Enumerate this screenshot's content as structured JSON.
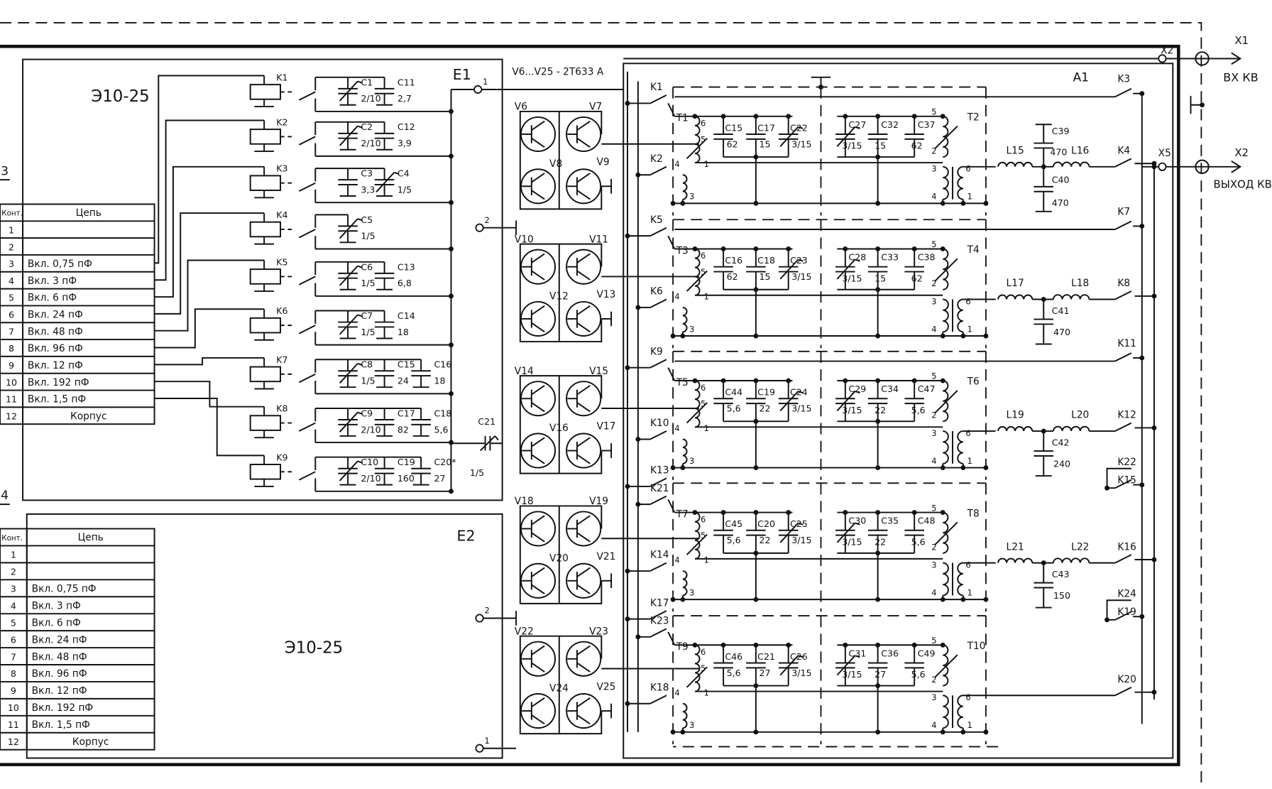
{
  "blocks": {
    "e1_title": "Э10-25",
    "e1_label": "E1",
    "e2_title": "Э10-25",
    "e2_label": "E2",
    "a1_label": "A1",
    "transistor_note": "V6...V25 - 2T633 A"
  },
  "connectors": {
    "x1": "X1",
    "x1_caption": "ВХ КВ",
    "x2": "X2",
    "x2_caption": "ВЫХОД КВ",
    "x2_inner": "X2",
    "x5": "X5"
  },
  "e1_pins": [
    "1",
    "2"
  ],
  "e2_pins": [
    "2",
    "1"
  ],
  "tables": [
    {
      "label": "3",
      "header": [
        "Конт.",
        "Цепь"
      ],
      "rows": [
        [
          "1",
          ""
        ],
        [
          "2",
          ""
        ],
        [
          "3",
          "Вкл. 0,75 пФ"
        ],
        [
          "4",
          "Вкл. 3 пФ"
        ],
        [
          "5",
          "Вкл. 6 пФ"
        ],
        [
          "6",
          "Вкл. 24 пФ"
        ],
        [
          "7",
          "Вкл. 48 пФ"
        ],
        [
          "8",
          "Вкл. 96 пФ"
        ],
        [
          "9",
          "Вкл. 12 пФ"
        ],
        [
          "10",
          "Вкл. 192 пФ"
        ],
        [
          "11",
          "Вкл. 1,5 пФ"
        ],
        [
          "12",
          "Корпус"
        ]
      ]
    },
    {
      "label": "4",
      "header": [
        "Конт.",
        "Цепь"
      ],
      "rows": [
        [
          "1",
          ""
        ],
        [
          "2",
          ""
        ],
        [
          "3",
          "Вкл. 0,75 пФ"
        ],
        [
          "4",
          "Вкл. 3 пФ"
        ],
        [
          "5",
          "Вкл. 6 пФ"
        ],
        [
          "6",
          "Вкл. 24 пФ"
        ],
        [
          "7",
          "Вкл. 48 пФ"
        ],
        [
          "8",
          "Вкл. 96 пФ"
        ],
        [
          "9",
          "Вкл. 12 пФ"
        ],
        [
          "10",
          "Вкл. 192 пФ"
        ],
        [
          "11",
          "Вкл. 1,5 пФ"
        ],
        [
          "12",
          "Корпус"
        ]
      ]
    }
  ],
  "relay_rows": [
    {
      "relay": "K1",
      "caps": [
        {
          "name": "C1",
          "value": "2/10",
          "variable": true
        },
        {
          "name": "C11",
          "value": "2,7"
        }
      ]
    },
    {
      "relay": "K2",
      "caps": [
        {
          "name": "C2",
          "value": "2/10",
          "variable": true
        },
        {
          "name": "C12",
          "value": "3,9"
        }
      ]
    },
    {
      "relay": "K3",
      "caps": [
        {
          "name": "C3",
          "value": "3,3"
        },
        {
          "name": "C4",
          "value": "1/5",
          "variable": true
        }
      ]
    },
    {
      "relay": "K4",
      "caps": [
        {
          "name": "C5",
          "value": "1/5",
          "variable": true
        }
      ]
    },
    {
      "relay": "K5",
      "caps": [
        {
          "name": "C6",
          "value": "1/5",
          "variable": true
        },
        {
          "name": "C13",
          "value": "6,8"
        }
      ]
    },
    {
      "relay": "K6",
      "caps": [
        {
          "name": "C7",
          "value": "1/5",
          "variable": true
        },
        {
          "name": "C14",
          "value": "18"
        }
      ]
    },
    {
      "relay": "K7",
      "caps": [
        {
          "name": "C8",
          "value": "1/5",
          "variable": true
        },
        {
          "name": "C15",
          "value": "24"
        },
        {
          "name": "C16",
          "value": "18"
        }
      ]
    },
    {
      "relay": "K8",
      "caps": [
        {
          "name": "C9",
          "value": "2/10",
          "variable": true
        },
        {
          "name": "C17",
          "value": "82"
        },
        {
          "name": "C18",
          "value": "5,6"
        }
      ]
    },
    {
      "relay": "K9",
      "caps": [
        {
          "name": "C10",
          "value": "2/10",
          "variable": true
        },
        {
          "name": "C19",
          "value": "160"
        },
        {
          "name": "C20*",
          "value": "27"
        }
      ]
    }
  ],
  "c21": {
    "name": "C21",
    "value": "1/5"
  },
  "transistor_groups": [
    [
      "V6",
      "V7",
      "V8",
      "V9"
    ],
    [
      "V10",
      "V11",
      "V12",
      "V13"
    ],
    [
      "V14",
      "V15",
      "V16",
      "V17"
    ],
    [
      "V18",
      "V19",
      "V20",
      "V21"
    ],
    [
      "V22",
      "V23",
      "V24",
      "V25"
    ]
  ],
  "winding_pins": {
    "input": [
      "6",
      "5",
      "1",
      "4",
      "3"
    ],
    "output": [
      "5",
      "2",
      "3",
      "4",
      "6",
      "1"
    ]
  },
  "filter_sections": [
    {
      "left_switches": [
        "K1",
        "K2"
      ],
      "t_in": "T1",
      "t_out": "T2",
      "caps_in": [
        [
          "C15",
          "62"
        ],
        [
          "C17",
          "15"
        ],
        [
          "C22",
          "3/15"
        ]
      ],
      "caps_out": [
        [
          "C27",
          "3/15"
        ],
        [
          "C32",
          "15"
        ],
        [
          "C37",
          "62"
        ]
      ],
      "inductors": [
        "L15",
        "L16"
      ],
      "shunt_caps": [
        [
          "C39",
          "470"
        ],
        [
          "C40",
          "470"
        ]
      ],
      "right_top": "K3",
      "right_bottom": "K4",
      "extra_switches": []
    },
    {
      "left_switches": [
        "K5",
        "K6"
      ],
      "t_in": "T3",
      "t_out": "T4",
      "caps_in": [
        [
          "C16",
          "62"
        ],
        [
          "C18",
          "15"
        ],
        [
          "C23",
          "3/15"
        ]
      ],
      "caps_out": [
        [
          "C28",
          "3/15"
        ],
        [
          "C33",
          "15"
        ],
        [
          "C38",
          "62"
        ]
      ],
      "inductors": [
        "L17",
        "L18"
      ],
      "shunt_caps": [
        [
          "C41",
          "470"
        ]
      ],
      "right_top": "K7",
      "right_bottom": "K8",
      "extra_switches": []
    },
    {
      "left_switches": [
        "K9",
        "K10"
      ],
      "t_in": "T5",
      "t_out": "T6",
      "caps_in": [
        [
          "C44",
          "5,6"
        ],
        [
          "C19",
          "22"
        ],
        [
          "C24",
          "3/15"
        ]
      ],
      "caps_out": [
        [
          "C29",
          "3/15"
        ],
        [
          "C34",
          "22"
        ],
        [
          "C47",
          "5,6"
        ]
      ],
      "inductors": [
        "L19",
        "L20"
      ],
      "shunt_caps": [
        [
          "C42",
          "240"
        ]
      ],
      "right_top": "K11",
      "right_bottom": "K12",
      "extra_switches": [
        "K22",
        "K15"
      ]
    },
    {
      "left_switches": [
        "K13",
        "K21",
        "K14"
      ],
      "t_in": "T7",
      "t_out": "T8",
      "caps_in": [
        [
          "C45",
          "5,6"
        ],
        [
          "C20",
          "22"
        ],
        [
          "C25",
          "3/15"
        ]
      ],
      "caps_out": [
        [
          "C30",
          "3/15"
        ],
        [
          "C35",
          "22"
        ],
        [
          "C48",
          "5,6"
        ]
      ],
      "inductors": [
        "L21",
        "L22"
      ],
      "shunt_caps": [
        [
          "C43",
          "150"
        ]
      ],
      "right_top": "",
      "right_bottom": "K16",
      "extra_switches": [
        "K24",
        "K19"
      ]
    },
    {
      "left_switches": [
        "K17",
        "K23",
        "K18"
      ],
      "t_in": "T9",
      "t_out": "T10",
      "caps_in": [
        [
          "C46",
          "5,6"
        ],
        [
          "C21",
          "27"
        ],
        [
          "C26",
          "3/15"
        ]
      ],
      "caps_out": [
        [
          "C31",
          "3/15"
        ],
        [
          "C36",
          "27"
        ],
        [
          "C49",
          "5,6"
        ]
      ],
      "inductors": [],
      "shunt_caps": [],
      "right_top": "",
      "right_bottom": "K20",
      "extra_switches": []
    }
  ]
}
